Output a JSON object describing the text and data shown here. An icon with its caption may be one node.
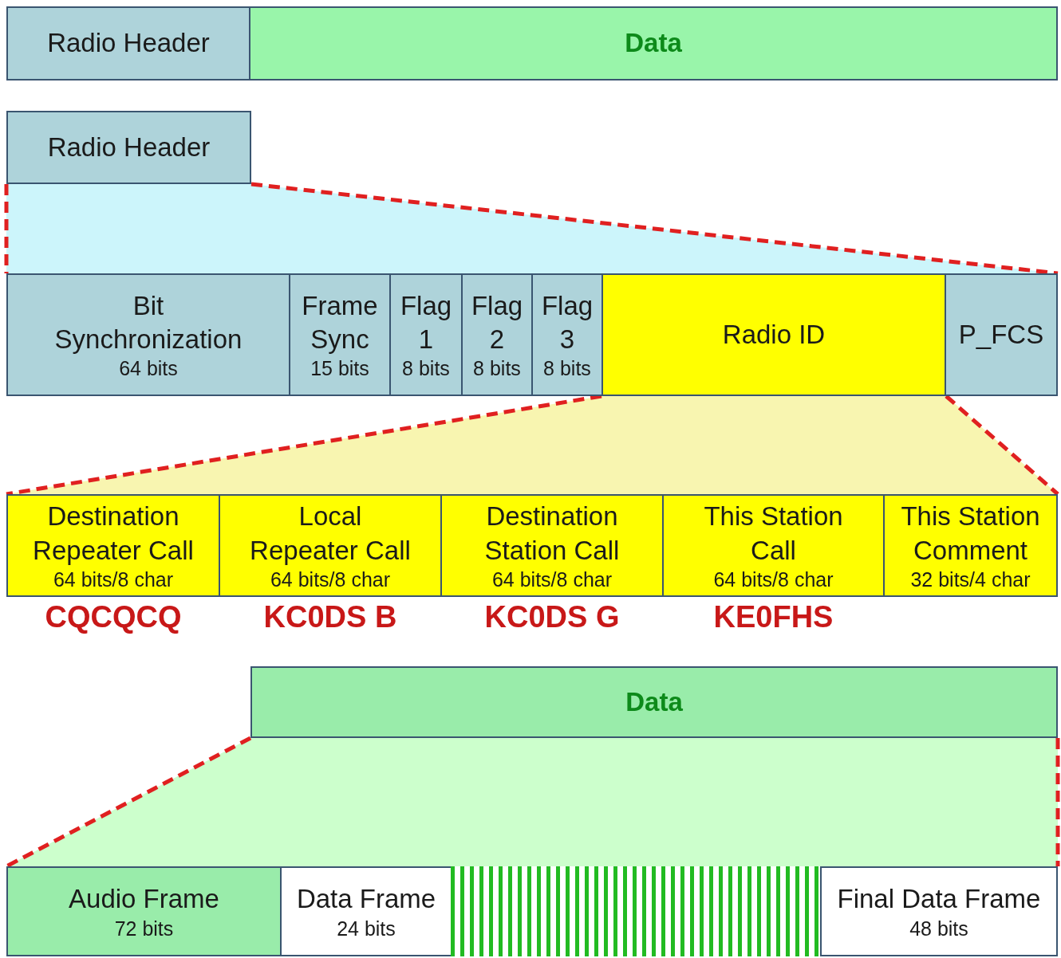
{
  "diagram": {
    "nodes": [
      {
        "text": [
          "Radio Header"
        ]
      },
      {
        "text": [
          "Data"
        ]
      },
      {
        "text": [
          "Radio Header"
        ]
      },
      {
        "text": [
          "Bit Synchronization",
          "64 bits"
        ]
      },
      {
        "text": [
          "Frame Sync",
          "15 bits"
        ]
      },
      {
        "text": [
          "Flag 1",
          "8 bits"
        ]
      },
      {
        "text": [
          "Flag 2",
          "8 bits"
        ]
      },
      {
        "text": [
          "Flag 3",
          "8 bits"
        ]
      },
      {
        "text": [
          "Radio ID"
        ]
      },
      {
        "text": [
          "P_FCS"
        ]
      },
      {
        "text": [
          "Destination Repeater Call",
          "64 bits/8 char"
        ],
        "beside": [
          "CQCQCQ"
        ]
      },
      {
        "text": [
          "Local Repeater Call",
          "64 bits/8 char"
        ],
        "beside": [
          "KC0DS B"
        ]
      },
      {
        "text": [
          "Destination Station Call",
          "64 bits/8 char"
        ],
        "beside": [
          "KC0DS G"
        ]
      },
      {
        "text": [
          "This Station Call",
          "64 bits/8 char"
        ],
        "beside": [
          "KE0FHS"
        ]
      },
      {
        "text": [
          "This Station Comment",
          "32 bits/4 char"
        ]
      },
      {
        "text": [
          "Data"
        ]
      },
      {
        "text": [
          "Audio Frame",
          "72 bits"
        ]
      },
      {
        "text": [
          "Data Frame",
          "24 bits"
        ]
      },
      {
        "text": [],
        "shape": "bar"
      },
      {
        "text": [
          "Final Data Frame",
          "48 bits"
        ]
      }
    ],
    "edges": [
      {
        "from": 2,
        "to": 3,
        "arrow": "none",
        "style": "dashed"
      },
      {
        "from": 2,
        "to": 9,
        "arrow": "none",
        "style": "dashed"
      },
      {
        "from": 8,
        "to": 10,
        "arrow": "none",
        "style": "dashed"
      },
      {
        "from": 8,
        "to": 14,
        "arrow": "none",
        "style": "dashed"
      },
      {
        "from": 15,
        "to": 16,
        "arrow": "none",
        "style": "dashed"
      },
      {
        "from": 15,
        "to": 19,
        "arrow": "none",
        "style": "dashed"
      }
    ]
  }
}
